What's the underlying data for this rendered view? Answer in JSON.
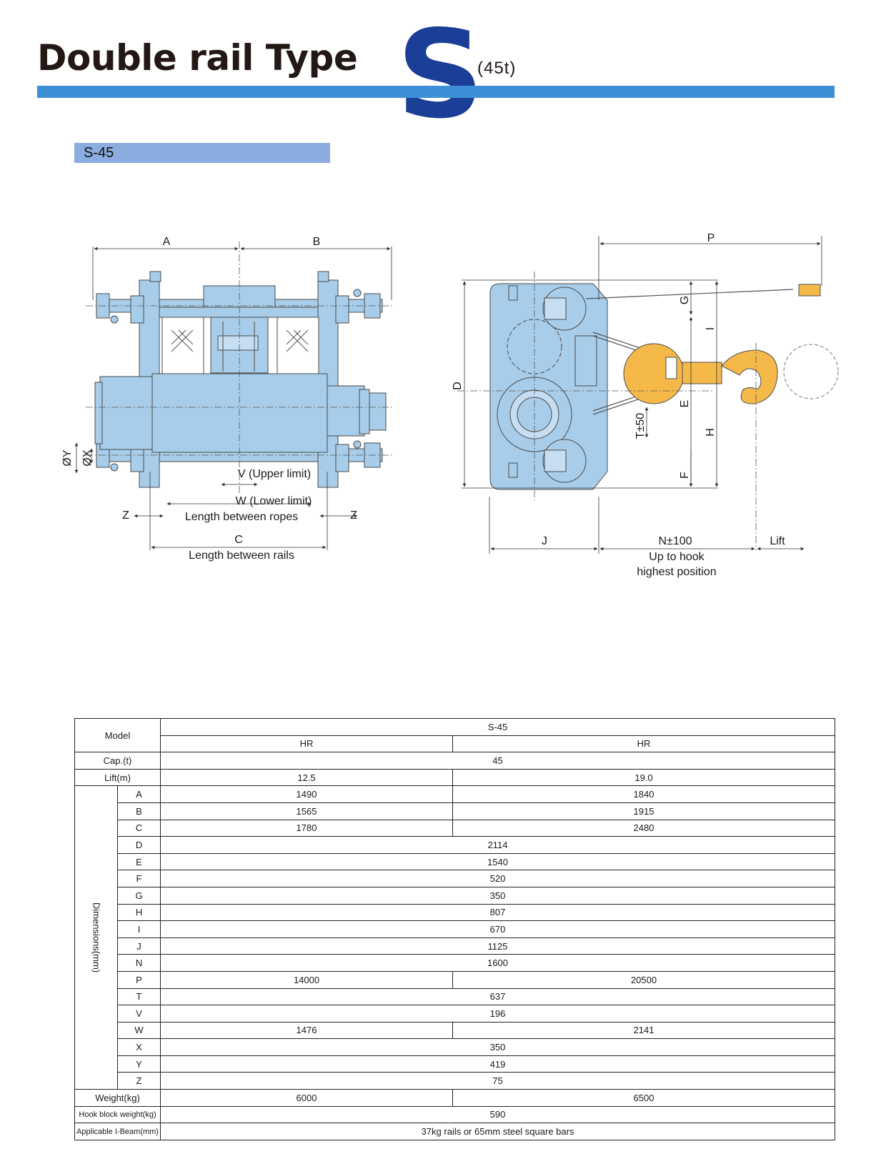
{
  "header": {
    "title": "Double rail Type",
    "series_letter": "S",
    "capacity": "(45t)"
  },
  "model_label": "S-45",
  "drawing": {
    "left_view": {
      "labels": [
        "A",
        "B",
        "V (Upper limit)",
        "W (Lower limit)",
        "Length between ropes",
        "Z",
        "Z",
        "C",
        "Length between rails",
        "ØY",
        "ØX"
      ]
    },
    "right_view": {
      "labels": [
        "P",
        "G",
        "I",
        "D",
        "E",
        "H",
        "T±50",
        "F",
        "J",
        "N±100",
        "Up to hook",
        "highest position",
        "Lift"
      ]
    },
    "colors": {
      "body": "#a8cdea",
      "hook_block": "#f5b94a",
      "outline": "#4a4a4a"
    }
  },
  "table": {
    "model_header": "Model",
    "model_name": "S-45",
    "variants": [
      "HR",
      "HR"
    ],
    "cap_label": "Cap.(t)",
    "cap_value": "45",
    "lift_label": "Lift(m)",
    "lift_values": [
      "12.5",
      "19.0"
    ],
    "dimensions_label": "Dimensions(mm)",
    "dimensions": [
      {
        "key": "A",
        "values": [
          "1490",
          "1840"
        ]
      },
      {
        "key": "B",
        "values": [
          "1565",
          "1915"
        ]
      },
      {
        "key": "C",
        "values": [
          "1780",
          "2480"
        ]
      },
      {
        "key": "D",
        "values": [
          "2114"
        ]
      },
      {
        "key": "E",
        "values": [
          "1540"
        ]
      },
      {
        "key": "F",
        "values": [
          "520"
        ]
      },
      {
        "key": "G",
        "values": [
          "350"
        ]
      },
      {
        "key": "H",
        "values": [
          "807"
        ]
      },
      {
        "key": "I",
        "values": [
          "670"
        ]
      },
      {
        "key": "J",
        "values": [
          "1125"
        ]
      },
      {
        "key": "N",
        "values": [
          "1600"
        ]
      },
      {
        "key": "P",
        "values": [
          "14000",
          "20500"
        ]
      },
      {
        "key": "T",
        "values": [
          "637"
        ]
      },
      {
        "key": "V",
        "values": [
          "196"
        ]
      },
      {
        "key": "W",
        "values": [
          "1476",
          "2141"
        ]
      },
      {
        "key": "X",
        "values": [
          "350"
        ]
      },
      {
        "key": "Y",
        "values": [
          "419"
        ]
      },
      {
        "key": "Z",
        "values": [
          "75"
        ]
      }
    ],
    "weight_label": "Weight(kg)",
    "weight_values": [
      "6000",
      "6500"
    ],
    "hook_weight_label": "Hook block weight(kg)",
    "hook_weight_value": "590",
    "beam_label": "Applicable I-Beam(mm)",
    "beam_value": "37kg rails or 65mm steel square bars"
  }
}
